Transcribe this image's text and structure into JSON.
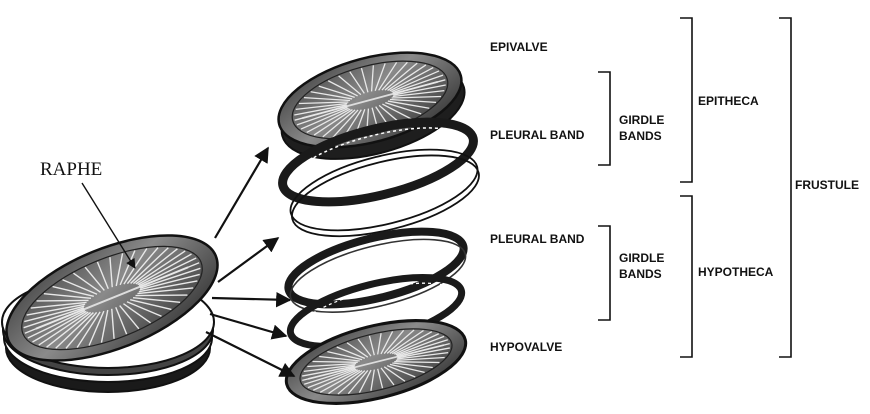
{
  "labels": {
    "raphe": "RAPHE",
    "epivalve": "EPIVALVE",
    "pleural_band_top": "PLEURAL BAND",
    "girdle_top_1": "GIRDLE",
    "girdle_top_2": "BANDS",
    "epitheca": "EPITHECA",
    "frustule": "FRUSTULE",
    "pleural_band_bottom": "PLEURAL BAND",
    "girdle_bottom_1": "GIRDLE",
    "girdle_bottom_2": "BANDS",
    "hypotheca": "HYPOTHECA",
    "hypovalve": "HYPOVALVE"
  },
  "colors": {
    "ink": "#111111",
    "valve_dark": "#2a2a2a",
    "valve_mid": "#6e6e6e",
    "band_light": "#ffffff"
  }
}
